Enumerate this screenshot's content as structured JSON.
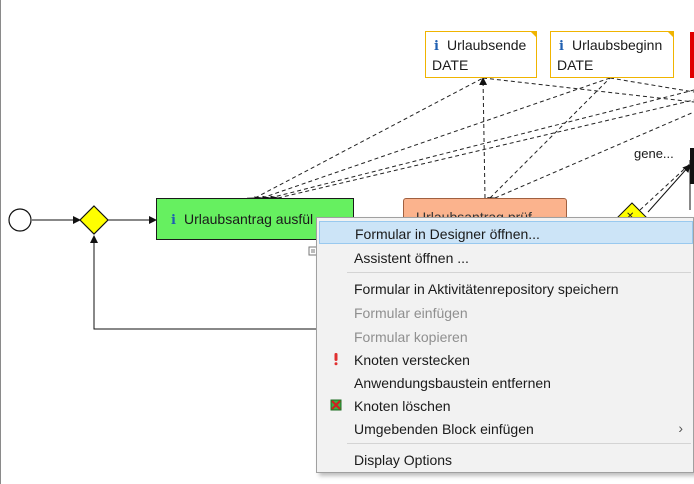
{
  "diagram": {
    "data_nodes": [
      {
        "title": "Urlaubsende",
        "type": "DATE"
      },
      {
        "title": "Urlaubsbeginn",
        "type": "DATE"
      }
    ],
    "tasks": {
      "green_label": "Urlaubsantrag ausfül",
      "orange_label": "Urlaubsantrag prüf"
    },
    "flow_label": "gene..."
  },
  "context_menu": {
    "items": [
      {
        "label": "Formular in Designer öffnen...",
        "state": "highlighted"
      },
      {
        "label": "Assistent öffnen ...",
        "state": "enabled"
      },
      {
        "label": "Formular in Aktivitätenrepository speichern",
        "state": "enabled"
      },
      {
        "label": "Formular einfügen",
        "state": "disabled"
      },
      {
        "label": "Formular kopieren",
        "state": "disabled"
      },
      {
        "label": "Knoten verstecken",
        "state": "enabled",
        "icon": "exclamation-icon"
      },
      {
        "label": "Anwendungsbaustein entfernen",
        "state": "enabled"
      },
      {
        "label": "Knoten löschen",
        "state": "enabled",
        "icon": "delete-node-icon"
      },
      {
        "label": "Umgebenden Block einfügen",
        "state": "enabled",
        "submenu": true
      },
      {
        "label": "Display Options",
        "state": "enabled"
      }
    ]
  },
  "colors": {
    "task_green": "#66f060",
    "task_orange": "#fbb38d",
    "data_border": "#f0b400",
    "gateway": "#ffff00",
    "menu_highlight": "#cce4f7"
  }
}
